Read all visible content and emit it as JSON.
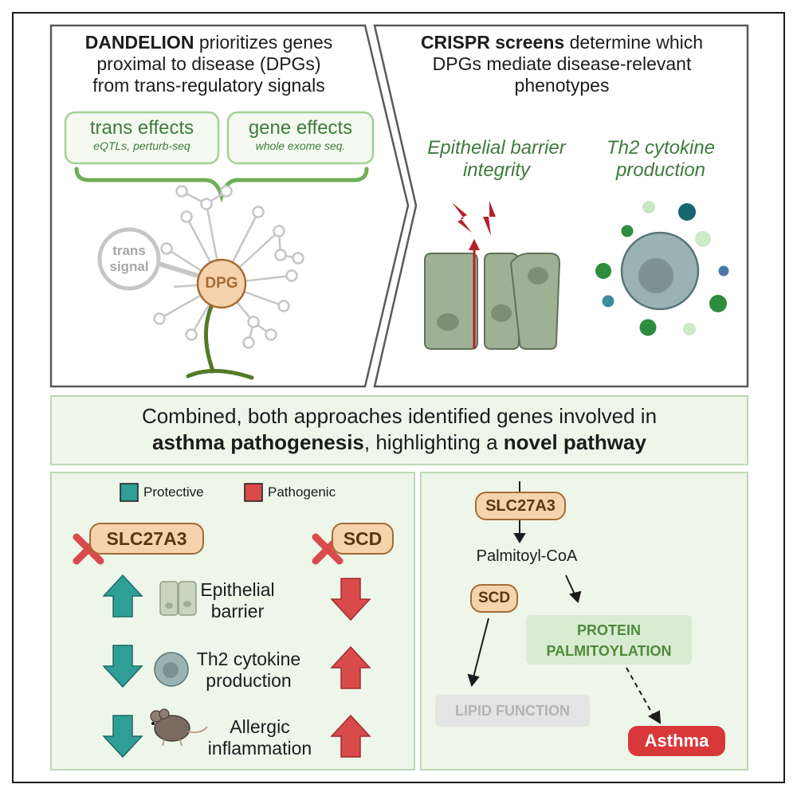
{
  "panels": {
    "dandelion": {
      "title_bold": "DANDELION",
      "title_line1_rest": " prioritizes genes",
      "title_line2": "proximal to disease (DPGs)",
      "title_line3": "from trans-regulatory signals",
      "trans_effects": {
        "title": "trans effects",
        "sub": "eQTLs, perturb-seq"
      },
      "gene_effects": {
        "title": "gene effects",
        "sub": "whole exome seq."
      },
      "trans_signal_line1": "trans",
      "trans_signal_line2": "signal",
      "dpg_label": "DPG"
    },
    "crispr": {
      "title_bold": "CRISPR screens",
      "title_line1_rest": " determine which",
      "title_line2": "DPGs mediate disease-relevant",
      "title_line3": "phenotypes",
      "phenotype1_line1": "Epithelial barrier",
      "phenotype1_line2": "integrity",
      "phenotype2_line1": "Th2 cytokine",
      "phenotype2_line2": "production"
    },
    "summary": {
      "line1": "Combined, both approaches identified genes involved in",
      "line2_bold1": "asthma pathogenesis",
      "line2_mid": ", highlighting a ",
      "line2_bold2": "novel pathway"
    },
    "effects": {
      "legend": {
        "protective": "Protective",
        "pathogenic": "Pathogenic"
      },
      "gene_left": "SLC27A3",
      "gene_right": "SCD",
      "rows": [
        {
          "line1": "Epithelial",
          "line2": "barrier"
        },
        {
          "line1": "Th2 cytokine",
          "line2": "production"
        },
        {
          "line1": "Allergic",
          "line2": "inflammation"
        }
      ]
    },
    "pathway": {
      "slc27a3": "SLC27A3",
      "palmitoyl_coa": "Palmitoyl-CoA",
      "scd": "SCD",
      "protein_line1": "PROTEIN",
      "protein_line2": "PALMITOYLATION",
      "lipid_function": "LIPID FUNCTION",
      "asthma": "Asthma"
    }
  },
  "colors": {
    "green_text": "#3f7a3e",
    "protective": "#2f9e96",
    "pathogenic": "#d94a4a",
    "gene_fill": "#f6d3ad",
    "gene_border": "#a66b34",
    "panel_bg": "#eef6ea",
    "asthma_red": "#d9383a"
  }
}
